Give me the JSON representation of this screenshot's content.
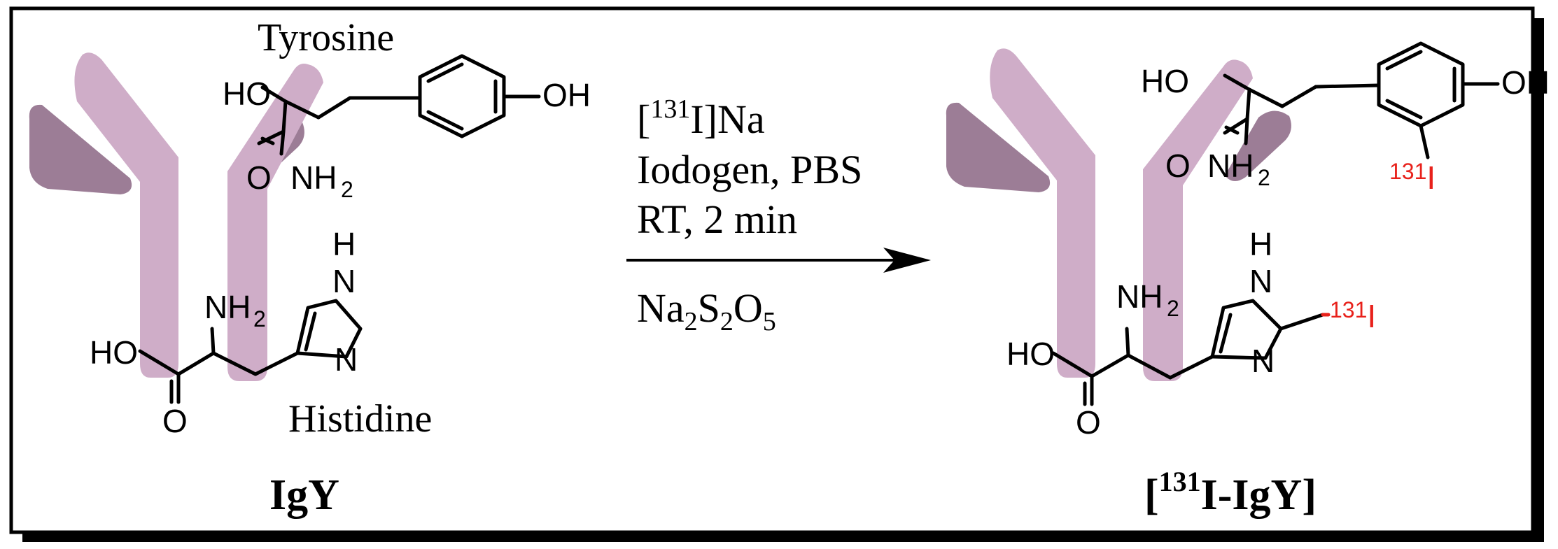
{
  "colors": {
    "antibody_light": "#cfadc8",
    "antibody_dark": "#9c7d96",
    "label_red": "#e8211b",
    "frame": "#000000"
  },
  "left": {
    "antibody_name": "IgY",
    "tyrosine_label": "Tyrosine",
    "histidine_label": "Histidine",
    "tyr": {
      "oh_acid": "HO",
      "carbonyl_o": "O",
      "amine": "NH",
      "amine_sub": "2",
      "phenol": "OH"
    },
    "his": {
      "oh_acid": "HO",
      "carbonyl_o": "O",
      "amine": "NH",
      "amine_sub": "2",
      "ring_nh": "H",
      "ring_n1": "N",
      "ring_n2": "N"
    }
  },
  "conditions": {
    "line1_open": "[",
    "line1_sup": "131",
    "line1_rest": "I]Na",
    "line2": "Iodogen, PBS",
    "line3": "RT, 2 min",
    "line4_a": "Na",
    "line4_b": "2",
    "line4_c": "S",
    "line4_d": "2",
    "line4_e": "O",
    "line4_f": "5"
  },
  "right": {
    "product_open": "[",
    "product_sup": "131",
    "product_rest": "I-IgY]",
    "tyr": {
      "oh_acid": "HO",
      "carbonyl_o": "O",
      "amine": "NH",
      "amine_sub": "2",
      "phenol": "OH",
      "iodine_sup": "131",
      "iodine": "I"
    },
    "his": {
      "oh_acid": "HO",
      "carbonyl_o": "O",
      "amine": "NH",
      "amine_sub": "2",
      "ring_nh": "H",
      "ring_n1": "N",
      "ring_n2": "N",
      "iodine_sup": "131",
      "iodine": "I"
    }
  }
}
